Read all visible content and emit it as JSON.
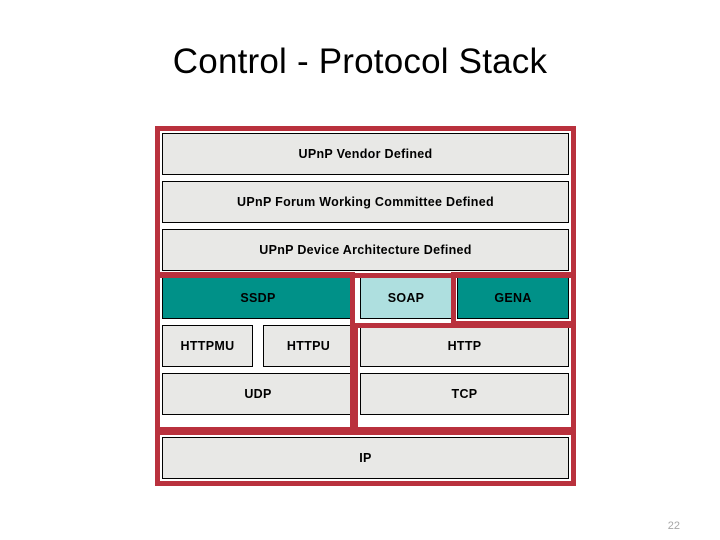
{
  "slide": {
    "title": "Control - Protocol Stack",
    "page_number": "22",
    "colors": {
      "highlight_red": "#b9313d",
      "teal": "#009188",
      "light_teal": "#aedfdf",
      "box_grey": "#e8e8e6",
      "page_number_grey": "#a6a6a6"
    }
  },
  "diagram": {
    "type": "upnp-protocol-stack",
    "upper_layers": [
      {
        "label": "UPnP Vendor Defined"
      },
      {
        "label": "UPnP Forum Working Committee Defined"
      },
      {
        "label": "UPnP Device Architecture Defined"
      }
    ],
    "protocol_row": [
      {
        "label": "SSDP",
        "fill": "teal"
      },
      {
        "label": "SOAP",
        "fill": "light_teal"
      },
      {
        "label": "GENA",
        "fill": "teal"
      }
    ],
    "transport_row": [
      {
        "label": "HTTPMU",
        "fill": "grey"
      },
      {
        "label": "HTTPU",
        "fill": "grey"
      },
      {
        "label": "HTTP",
        "fill": "grey"
      }
    ],
    "network_row": [
      {
        "label": "UDP",
        "fill": "grey"
      },
      {
        "label": "TCP",
        "fill": "grey"
      }
    ],
    "base_layer": {
      "label": "IP",
      "fill": "grey"
    },
    "highlights": [
      {
        "name": "upper-layers-highlight"
      },
      {
        "name": "ssdp-udp-column-highlight"
      },
      {
        "name": "gena-highlight"
      },
      {
        "name": "http-tcp-column-highlight"
      },
      {
        "name": "ip-highlight"
      }
    ]
  }
}
